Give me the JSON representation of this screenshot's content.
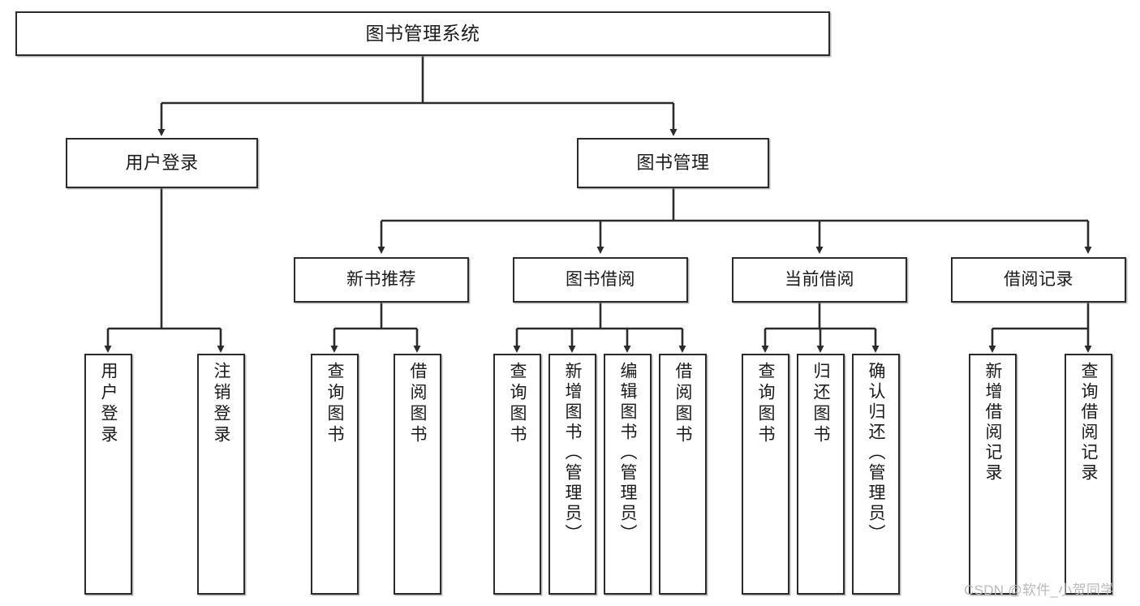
{
  "diagram": {
    "title": "图书管理系统",
    "type": "tree",
    "watermark": "CSDN @软件_小贺同学",
    "colors": {
      "box_border": "#2b2b2b",
      "box_fill": "#ffffff",
      "edge": "#2b2b2b",
      "text": "#1a1a1a",
      "watermark": "#b9b9b9",
      "background": "#ffffff"
    },
    "root": {
      "label": "图书管理系统"
    },
    "level1": [
      {
        "label": "用户登录"
      },
      {
        "label": "图书管理"
      }
    ],
    "level2": [
      {
        "label": "新书推荐"
      },
      {
        "label": "图书借阅"
      },
      {
        "label": "当前借阅"
      },
      {
        "label": "借阅记录"
      }
    ],
    "leaves": {
      "user_login": [
        {
          "label": "用户登录"
        },
        {
          "label": "注销登录"
        }
      ],
      "new_book_recommend": [
        {
          "label": "查询图书"
        },
        {
          "label": "借阅图书"
        }
      ],
      "book_borrow": [
        {
          "label": "查询图书"
        },
        {
          "label": "新增图书（管理员）"
        },
        {
          "label": "编辑图书（管理员）"
        },
        {
          "label": "借阅图书"
        }
      ],
      "current_borrow": [
        {
          "label": "查询图书"
        },
        {
          "label": "归还图书"
        },
        {
          "label": "确认归还（管理员）"
        }
      ],
      "borrow_record": [
        {
          "label": "新增借阅记录"
        },
        {
          "label": "查询借阅记录"
        }
      ]
    }
  }
}
